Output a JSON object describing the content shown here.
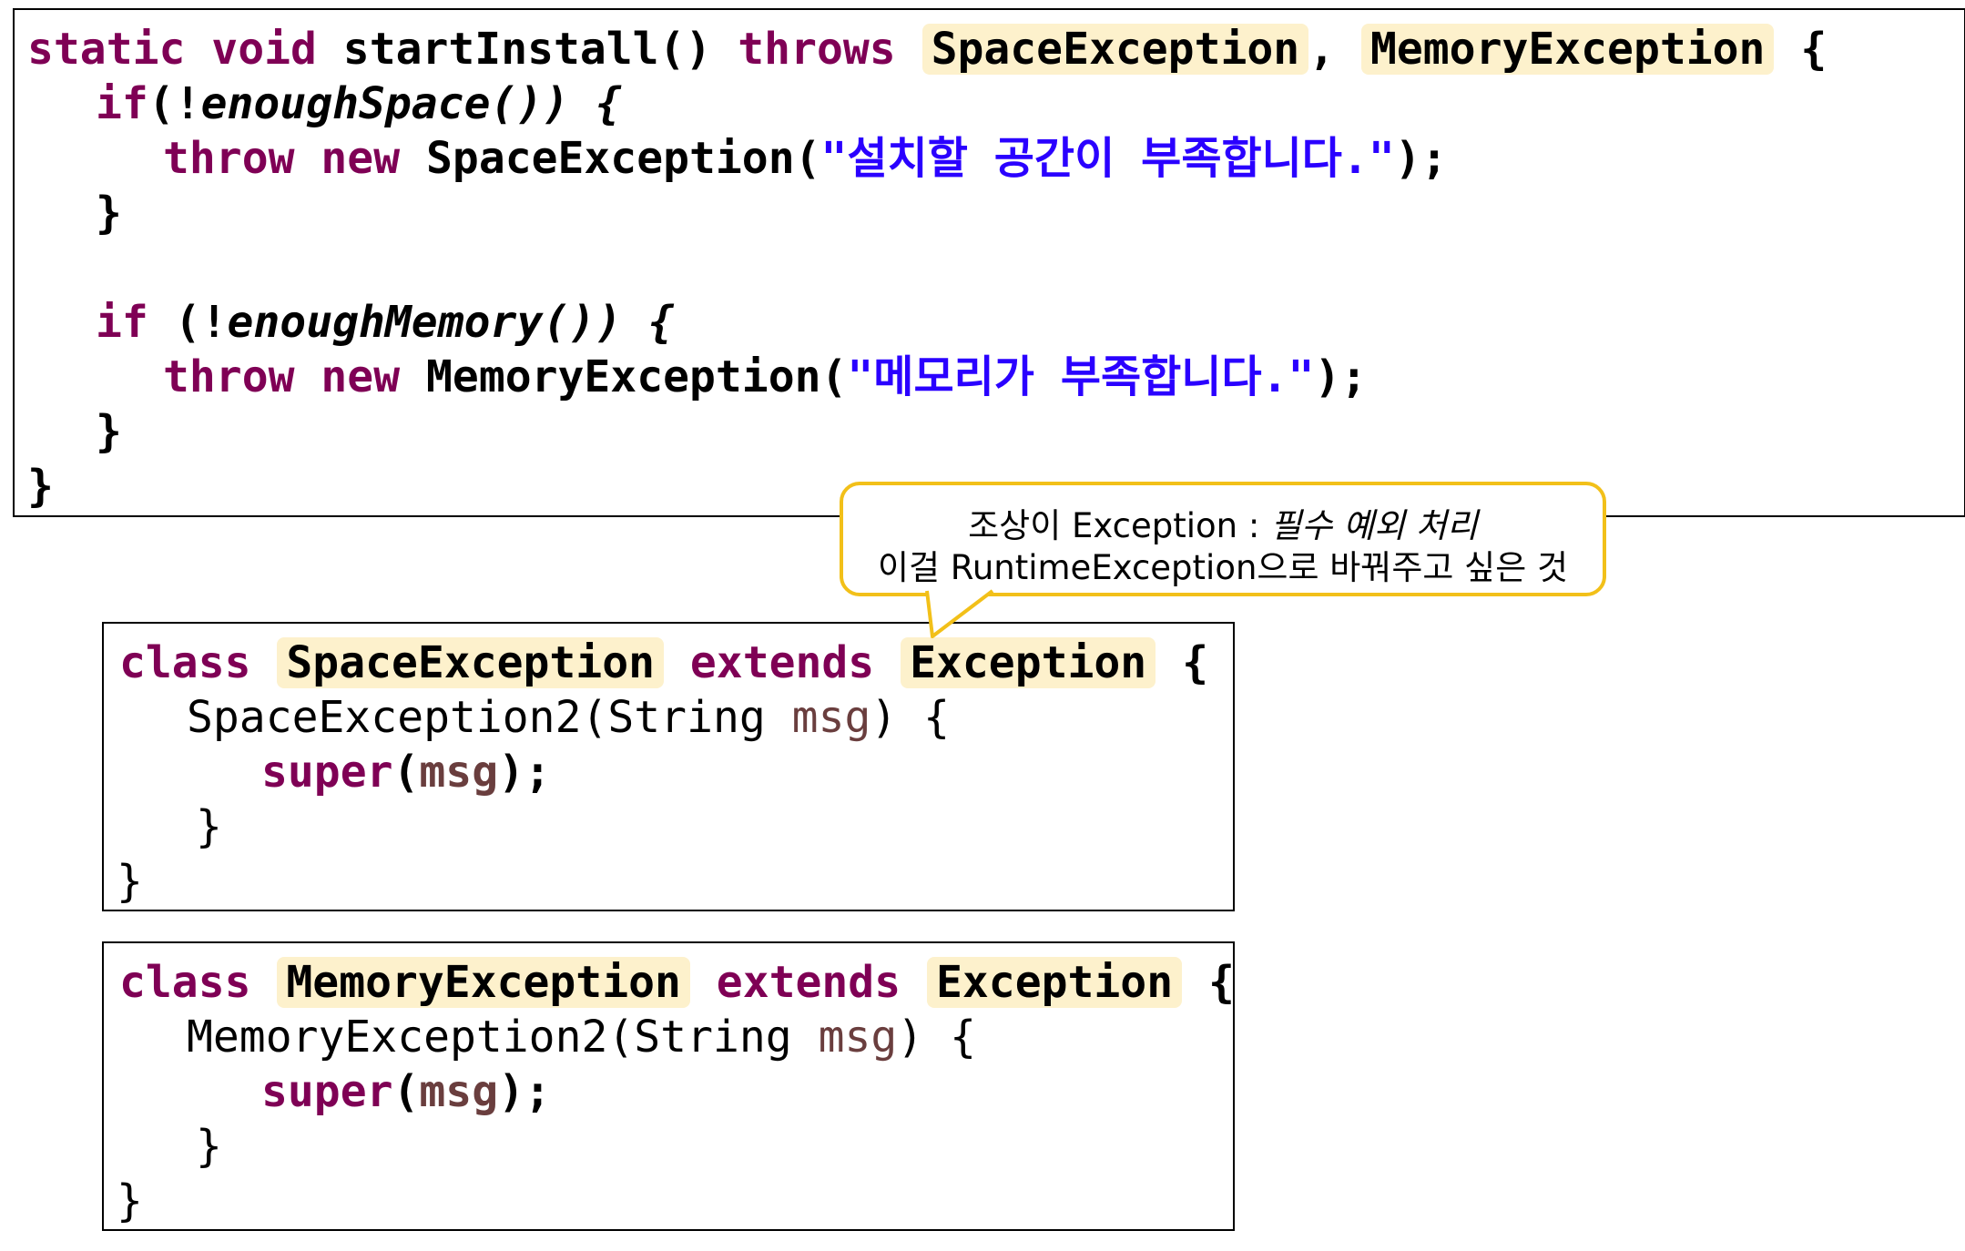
{
  "main_code": {
    "l1": {
      "static": "static",
      "void": "void",
      "name": "startInstall()",
      "throws": "throws",
      "ex1": "SpaceException",
      "comma": ",",
      "ex2": "MemoryException",
      "brace": "{"
    },
    "l2": {
      "if": "if",
      "paren": "(!",
      "call": "enoughSpace()) {"
    },
    "l3": {
      "throw": "throw",
      "new": "new",
      "cls": "SpaceException(",
      "msg": "\"설치할 공간이 부족합니다.\"",
      "end": ");"
    },
    "l4": "}",
    "l6": {
      "if": "if",
      "paren": " (!",
      "call": "enoughMemory()) {"
    },
    "l7": {
      "throw": "throw",
      "new": "new",
      "cls": "MemoryException(",
      "msg": "\"메모리가 부족합니다.\"",
      "end": ");"
    },
    "l8": "}",
    "l9": "}"
  },
  "callout": {
    "line1_plain": "조상이 Exception : ",
    "line1_italic": "필수 예외 처리",
    "line2": "이걸 RuntimeException으로 바꿔주고 싶은 것"
  },
  "space_class": {
    "class": "class",
    "name": "SpaceException",
    "extends": "extends",
    "parent": "Exception",
    "brace": "{",
    "ctor": "SpaceException2(String ",
    "param": "msg",
    "ctor_end": ") {",
    "super": "super",
    "super_open": "(",
    "super_arg": "msg",
    "super_end": ");",
    "close_inner": "}",
    "close_outer": "}"
  },
  "memory_class": {
    "class": "class",
    "name": "MemoryException",
    "extends": "extends",
    "parent": "Exception",
    "brace": "{",
    "ctor": "MemoryException2(String ",
    "param": "msg",
    "ctor_end": ") {",
    "super": "super",
    "super_open": "(",
    "super_arg": "msg",
    "super_end": ");",
    "close_inner": "}",
    "close_outer": "}"
  },
  "colors": {
    "keyword": "#7f0055",
    "string": "#2a00ff",
    "variable": "#6a3e3e",
    "highlight": "#fdf1cc",
    "callout_border": "#f2c019"
  }
}
